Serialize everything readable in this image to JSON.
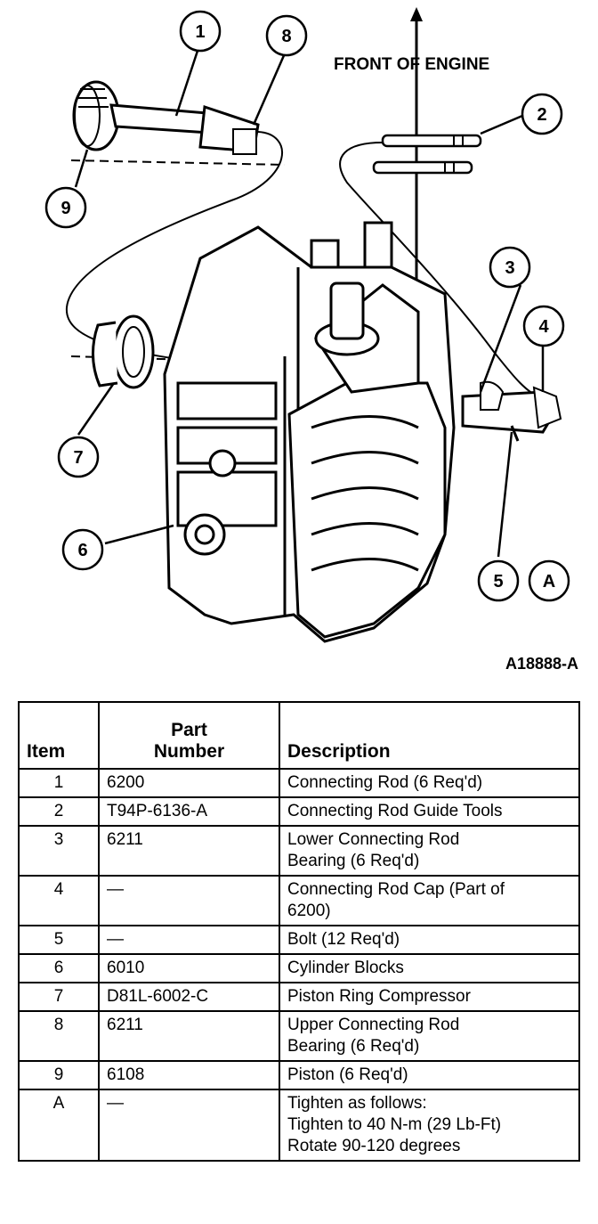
{
  "diagram": {
    "front_label": "FRONT OF ENGINE",
    "figure_id": "A18888-A",
    "callouts": [
      "1",
      "8",
      "2",
      "9",
      "3",
      "4",
      "7",
      "6",
      "5",
      "A"
    ]
  },
  "table": {
    "headers": {
      "item": "Item",
      "part_number": "Part\nNumber",
      "description": "Description"
    },
    "rows": [
      {
        "item": "1",
        "part": "6200",
        "desc": "Connecting Rod (6 Req'd)"
      },
      {
        "item": "2",
        "part": "T94P-6136-A",
        "desc": "Connecting Rod Guide Tools"
      },
      {
        "item": "3",
        "part": "6211",
        "desc": "Lower Connecting Rod\nBearing (6 Req'd)"
      },
      {
        "item": "4",
        "part": "—",
        "desc": "Connecting Rod Cap (Part of\n6200)"
      },
      {
        "item": "5",
        "part": "—",
        "desc": "Bolt (12 Req'd)"
      },
      {
        "item": "6",
        "part": "6010",
        "desc": "Cylinder Blocks"
      },
      {
        "item": "7",
        "part": "D81L-6002-C",
        "desc": "Piston Ring Compressor"
      },
      {
        "item": "8",
        "part": "6211",
        "desc": "Upper Connecting Rod\nBearing (6 Req'd)"
      },
      {
        "item": "9",
        "part": "6108",
        "desc": "Piston (6 Req'd)"
      },
      {
        "item": "A",
        "part": "—",
        "desc": "Tighten as follows:\nTighten to 40 N-m (29 Lb-Ft)\nRotate 90-120 degrees"
      }
    ]
  }
}
